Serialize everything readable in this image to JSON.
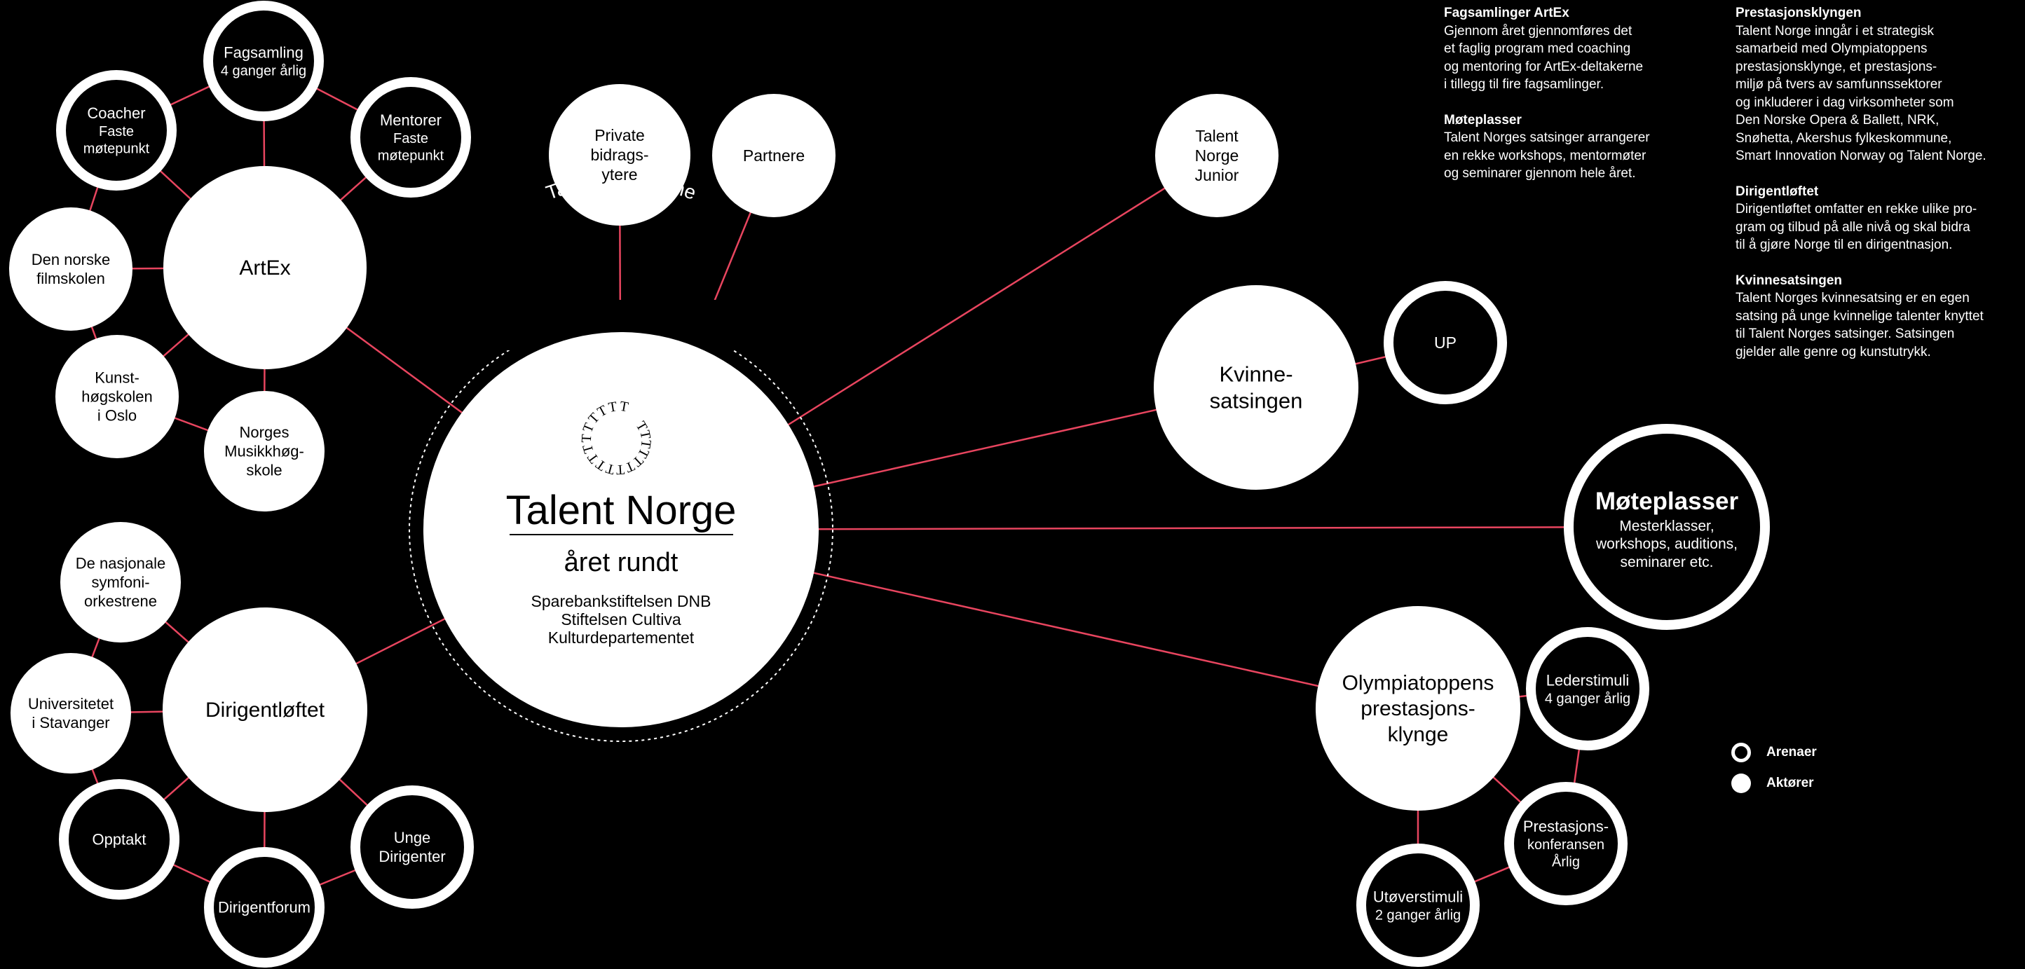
{
  "diagram": {
    "center": {
      "arc_label": "Talentsatsingene",
      "logo_letters": "TTTTTTTTTTTTTTTTT",
      "title": "Talent Norge",
      "subtitle": "året rundt",
      "funders": [
        "Sparebankstiftelsen DNB",
        "Stiftelsen Cultiva",
        "Kulturdepartementet"
      ]
    },
    "nodes": [
      {
        "id": "artex",
        "kind": "aktor",
        "lines": [
          "ArtEx"
        ]
      },
      {
        "id": "fagsamling",
        "kind": "arena",
        "lines": [
          "Fagsamling",
          "4 ganger årlig"
        ]
      },
      {
        "id": "coacher",
        "kind": "arena",
        "lines": [
          "Coacher",
          "Faste",
          "møtepunkt"
        ]
      },
      {
        "id": "mentorer",
        "kind": "arena",
        "lines": [
          "Mentorer",
          "Faste",
          "møtepunkt"
        ]
      },
      {
        "id": "filmskolen",
        "kind": "aktor",
        "lines": [
          "Den norske",
          "filmskolen"
        ]
      },
      {
        "id": "khio",
        "kind": "aktor",
        "lines": [
          "Kunst-",
          "høgskolen",
          "i Oslo"
        ]
      },
      {
        "id": "nmh",
        "kind": "aktor",
        "lines": [
          "Norges",
          "Musikkhøg-",
          "skole"
        ]
      },
      {
        "id": "private",
        "kind": "aktor",
        "lines": [
          "Private",
          "bidrags-",
          "ytere"
        ]
      },
      {
        "id": "partnere",
        "kind": "aktor",
        "lines": [
          "Partnere"
        ]
      },
      {
        "id": "tnjunior",
        "kind": "aktor",
        "lines": [
          "Talent",
          "Norge",
          "Junior"
        ]
      },
      {
        "id": "kvinne",
        "kind": "aktor",
        "lines": [
          "Kvinne-",
          "satsingen"
        ]
      },
      {
        "id": "up",
        "kind": "arena",
        "lines": [
          "UP"
        ]
      },
      {
        "id": "moteplasser",
        "kind": "arena",
        "lines": [
          "Møteplasser",
          "Mesterklasser,",
          "workshops, auditions,",
          "seminarer etc."
        ]
      },
      {
        "id": "olympiatoppen",
        "kind": "aktor",
        "lines": [
          "Olympiatoppens",
          "prestasjons-",
          "klynge"
        ]
      },
      {
        "id": "lederstimuli",
        "kind": "arena",
        "lines": [
          "Lederstimuli",
          "4 ganger årlig"
        ]
      },
      {
        "id": "prestkonf",
        "kind": "arena",
        "lines": [
          "Prestasjons-",
          "konferansen",
          "Årlig"
        ]
      },
      {
        "id": "utoverstimuli",
        "kind": "arena",
        "lines": [
          "Utøverstimuli",
          "2 ganger årlig"
        ]
      },
      {
        "id": "dirigentloftet",
        "kind": "aktor",
        "lines": [
          "Dirigentløftet"
        ]
      },
      {
        "id": "symfoni",
        "kind": "aktor",
        "lines": [
          "De nasjonale",
          "symfoni-",
          "orkestrene"
        ]
      },
      {
        "id": "uis",
        "kind": "aktor",
        "lines": [
          "Universitetet",
          "i Stavanger"
        ]
      },
      {
        "id": "opptakt",
        "kind": "arena",
        "lines": [
          "Opptakt"
        ]
      },
      {
        "id": "dirigentforum",
        "kind": "arena",
        "lines": [
          "Dirigentforum"
        ]
      },
      {
        "id": "ungedirigenter",
        "kind": "arena",
        "lines": [
          "Unge",
          "Dirigenter"
        ]
      }
    ],
    "edges": [
      [
        "center",
        "artex"
      ],
      [
        "center",
        "private"
      ],
      [
        "center",
        "partnere"
      ],
      [
        "center",
        "tnjunior"
      ],
      [
        "center",
        "kvinne"
      ],
      [
        "center",
        "moteplasser"
      ],
      [
        "center",
        "olympiatoppen"
      ],
      [
        "center",
        "dirigentloftet"
      ],
      [
        "artex",
        "fagsamling"
      ],
      [
        "artex",
        "coacher"
      ],
      [
        "artex",
        "mentorer"
      ],
      [
        "artex",
        "filmskolen"
      ],
      [
        "artex",
        "khio"
      ],
      [
        "artex",
        "nmh"
      ],
      [
        "coacher",
        "fagsamling"
      ],
      [
        "fagsamling",
        "mentorer"
      ],
      [
        "coacher",
        "filmskolen"
      ],
      [
        "filmskolen",
        "khio"
      ],
      [
        "khio",
        "nmh"
      ],
      [
        "kvinne",
        "up"
      ],
      [
        "olympiatoppen",
        "lederstimuli"
      ],
      [
        "olympiatoppen",
        "prestkonf"
      ],
      [
        "olympiatoppen",
        "utoverstimuli"
      ],
      [
        "lederstimuli",
        "prestkonf"
      ],
      [
        "prestkonf",
        "utoverstimuli"
      ],
      [
        "dirigentloftet",
        "symfoni"
      ],
      [
        "dirigentloftet",
        "uis"
      ],
      [
        "dirigentloftet",
        "opptakt"
      ],
      [
        "dirigentloftet",
        "dirigentforum"
      ],
      [
        "dirigentloftet",
        "ungedirigenter"
      ],
      [
        "symfoni",
        "uis"
      ],
      [
        "uis",
        "opptakt"
      ],
      [
        "opptakt",
        "dirigentforum"
      ],
      [
        "dirigentforum",
        "ungedirigenter"
      ]
    ]
  },
  "descriptions": {
    "col1": [
      {
        "title": "Fagsamlinger ArtEx",
        "body": "Gjennom året gjennomføres det\net faglig program med coaching\nog mentoring for ArtEx-deltakerne\ni tillegg til fire fagsamlinger."
      },
      {
        "title": "Møteplasser",
        "body": "Talent Norges satsinger arrangerer\nen rekke workshops, mentormøter\nog seminarer gjennom hele året."
      }
    ],
    "col2": [
      {
        "title": "Prestasjonsklyngen",
        "body": "Talent Norge inngår i et strategisk\nsamarbeid med Olympiatoppens\nprestasjonsklynge, et prestasjons-\nmiljø på tvers av samfunnssektorer\nog inkluderer i dag virksomheter som\nDen Norske Opera & Ballett, NRK,\nSnøhetta, Akershus fylkeskommune,\nSmart Innovation Norway og Talent Norge."
      },
      {
        "title": "Dirigentløftet",
        "body": "Dirigentløftet omfatter en rekke ulike pro-\ngram og tilbud på alle nivå og skal bidra\ntil å gjøre Norge til en dirigentnasjon."
      },
      {
        "title": "Kvinnesatsingen",
        "body": "Talent Norges kvinnesatsing er en egen\nsatsing på unge kvinnelige talenter knyttet\ntil Talent Norges satsinger. Satsingen\ngjelder alle genre og kunstutrykk."
      }
    ]
  },
  "legend": [
    {
      "kind": "arena",
      "label": "Arenaer"
    },
    {
      "kind": "aktor",
      "label": "Aktører"
    }
  ],
  "colors": {
    "background": "#000000",
    "node": "#ffffff",
    "edge": "#e8455f",
    "arena_fill": "#000000"
  }
}
